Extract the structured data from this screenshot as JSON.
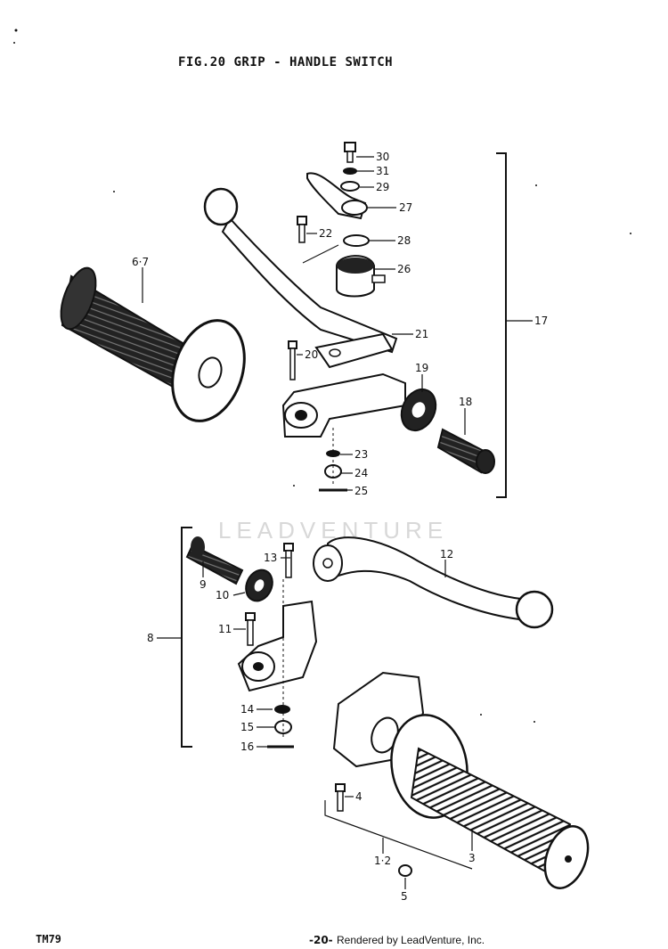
{
  "header": {
    "title": "FIG.20 GRIP - HANDLE SWITCH"
  },
  "footer": {
    "model": "TM79",
    "page_number": "-20-",
    "rendered_by": "Rendered by LeadVenture, Inc."
  },
  "watermark": {
    "text": "LEADVENTURE"
  },
  "callouts": {
    "c30": "30",
    "c31": "31",
    "c29": "29",
    "c27": "27",
    "c22": "22",
    "c28": "28",
    "c26": "26",
    "c21": "21",
    "c17": "17",
    "c20": "20",
    "c67": "6·7",
    "c19": "19",
    "c18": "18",
    "c23": "23",
    "c24": "24",
    "c25": "25",
    "c13": "13",
    "c12": "12",
    "c9": "9",
    "c10": "10",
    "c11": "11",
    "c8": "8",
    "c14": "14",
    "c15": "15",
    "c16": "16",
    "c4": "4",
    "c12b": "1·2",
    "c3": "3",
    "c5": "5"
  },
  "colors": {
    "ink": "#111111",
    "watermark": "#d8d8d8",
    "background": "#ffffff"
  }
}
